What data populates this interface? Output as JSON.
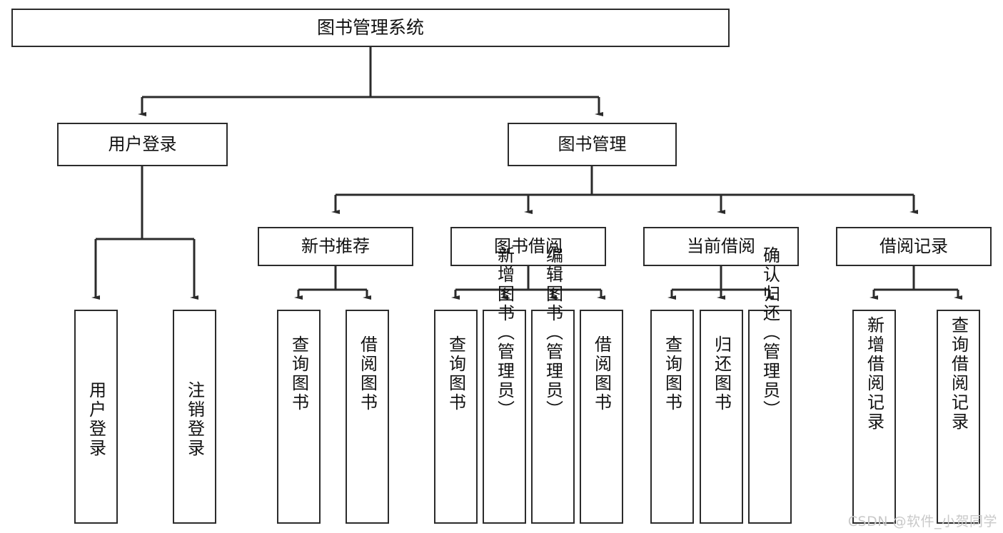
{
  "diagram": {
    "type": "tree",
    "title": "图书管理系统",
    "root": {
      "id": "root",
      "label": "图书管理系统"
    },
    "level2": [
      {
        "id": "user-login",
        "label": "用户登录"
      },
      {
        "id": "book-manage",
        "label": "图书管理"
      }
    ],
    "level3": [
      {
        "id": "new-book-recommend",
        "label": "新书推荐",
        "parent": "book-manage"
      },
      {
        "id": "book-borrow",
        "label": "图书借阅",
        "parent": "book-manage"
      },
      {
        "id": "current-borrow",
        "label": "当前借阅",
        "parent": "book-manage"
      },
      {
        "id": "borrow-record",
        "label": "借阅记录",
        "parent": "book-manage"
      }
    ],
    "leaves": [
      {
        "id": "leaf-user-login",
        "label": "用户登录",
        "parent": "user-login"
      },
      {
        "id": "leaf-logout-login",
        "label": "注销登录",
        "parent": "user-login"
      },
      {
        "id": "leaf-query-book-1",
        "label": "查询图书",
        "parent": "new-book-recommend"
      },
      {
        "id": "leaf-borrow-book-1",
        "label": "借阅图书",
        "parent": "new-book-recommend"
      },
      {
        "id": "leaf-query-book-2",
        "label": "查询图书",
        "parent": "book-borrow"
      },
      {
        "id": "leaf-add-book",
        "label": "新增图书（管理员）",
        "parent": "book-borrow"
      },
      {
        "id": "leaf-edit-book",
        "label": "编辑图书（管理员）",
        "parent": "book-borrow"
      },
      {
        "id": "leaf-borrow-book-2",
        "label": "借阅图书",
        "parent": "book-borrow"
      },
      {
        "id": "leaf-query-book-3",
        "label": "查询图书",
        "parent": "current-borrow"
      },
      {
        "id": "leaf-return-book",
        "label": "归还图书",
        "parent": "current-borrow"
      },
      {
        "id": "leaf-confirm-return",
        "label": "确认归还（管理员）",
        "parent": "current-borrow"
      },
      {
        "id": "leaf-add-record",
        "label": "新增借阅记录",
        "parent": "borrow-record"
      },
      {
        "id": "leaf-query-record",
        "label": "查询借阅记录",
        "parent": "borrow-record"
      }
    ],
    "colors": {
      "stroke": "#2b2b2b",
      "fill": "#ffffff",
      "text": "#111111",
      "watermark": "#c9c9c9"
    }
  },
  "watermark": {
    "text": "CSDN @软件_小贺同学"
  }
}
